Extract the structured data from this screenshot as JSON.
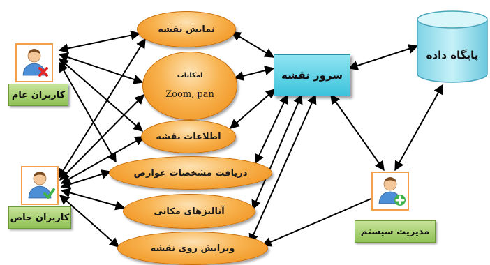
{
  "nodes": {
    "map_server": "سرور نقشه",
    "database": "پایگاه داده",
    "public_users": "کاربران عام",
    "private_users": "کاربران خاص",
    "system_admin": "مدیریت سیستم",
    "map_display": "نمایش نقشه",
    "features_title": "امکانات",
    "features_sub": "Zoom, pan",
    "map_info": "اطلاعات نقشه",
    "receive_features": "دریافت مشخصات عوارض",
    "spatial_analysis": "آنالیزهای مکانی",
    "map_edit": "ویرایش روی نقشه"
  },
  "colors": {
    "ellipse": "#f8b350",
    "server": "#3cc3dc",
    "database": "#9fe3f0",
    "green_label": "#a6cf6e",
    "frame": "#f2a04b",
    "arrow": "#000000"
  }
}
